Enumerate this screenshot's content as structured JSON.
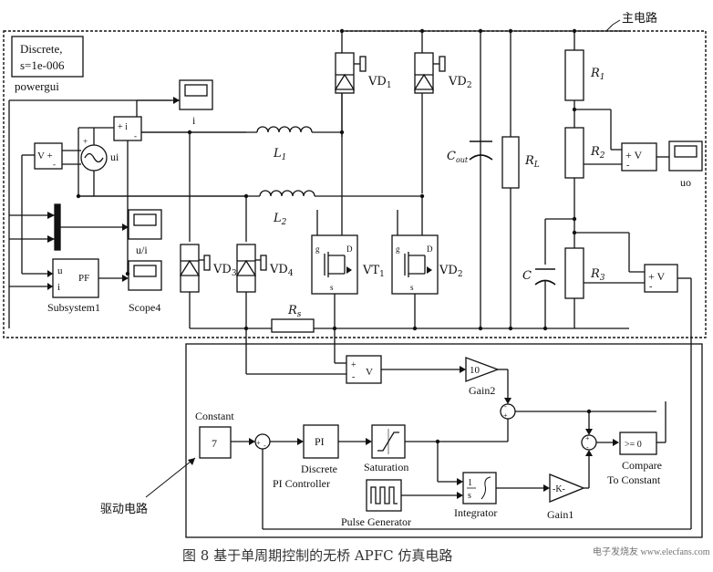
{
  "main_circuit_label": "主电路",
  "drive_circuit_label": "驱动电路",
  "powergui": {
    "line1": "Discrete,",
    "line2": "s=1e-006",
    "name": "powergui"
  },
  "labels": {
    "i": "i",
    "ui": "ui",
    "L1": "L",
    "L1_sub": "1",
    "L2": "L",
    "L2_sub": "2",
    "VD1": "VD",
    "VD1_sub": "1",
    "VD2": "VD",
    "VD2_sub": "2",
    "VD3": "VD",
    "VD3_sub": "3",
    "VD4": "VD",
    "VD4_sub": "4",
    "VT1": "VT",
    "VT1_sub": "1",
    "VD2b": "VD",
    "VD2b_sub": "2",
    "Cout": "C",
    "Cout_sub": "out",
    "RL": "R",
    "RL_sub": "L",
    "R1": "R",
    "R1_sub": "1",
    "R2": "R",
    "R2_sub": "2",
    "R3": "R",
    "R3_sub": "3",
    "C": "C",
    "Rs": "R",
    "Rs_sub": "s",
    "uo": "uo",
    "ui_over_i": "u/i",
    "scope4": "Scope4",
    "subsystem1": "Subsystem1",
    "pf": "PF",
    "sub_u": "u",
    "sub_i": "i",
    "plus_i": "+  i",
    "minus": "-",
    "v_plus": "V +",
    "plus_v": "+ V",
    "mosfet_g": "g",
    "mosfet_s": "s",
    "mosfet_d": "D"
  },
  "drive": {
    "constant_label": "Constant",
    "constant_value": "7",
    "pi_label": "PI",
    "pi_name1": "Discrete",
    "pi_name2": "PI Controller",
    "saturation": "Saturation",
    "pulse": "Pulse Generator",
    "integrator": "Integrator",
    "gain1_value": "-K-",
    "gain1": "Gain1",
    "gain2_value": "10",
    "gain2": "Gain2",
    "compare_value": ">= 0",
    "compare1": "Compare",
    "compare2": "To Constant",
    "vmeas": "V",
    "vplus": "+",
    "vminus": "-"
  },
  "caption": "图 8   基于单周期控制的无桥 APFC 仿真电路",
  "watermark": "电子发烧友  www.elecfans.com"
}
